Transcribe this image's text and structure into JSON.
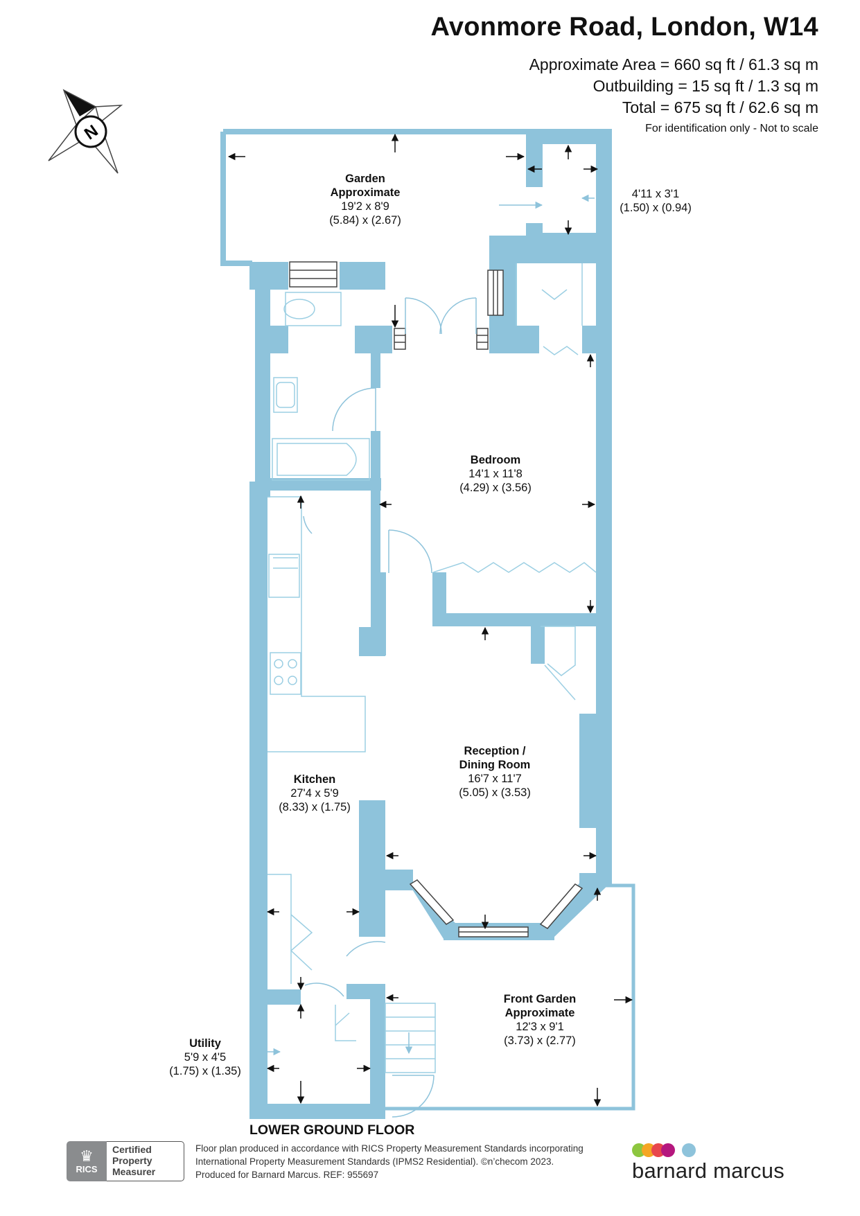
{
  "header": {
    "title": "Avonmore Road, London, W14",
    "area_line_1": "Approximate Area = 660 sq ft / 61.3 sq m",
    "area_line_2": "Outbuilding = 15 sq ft / 1.3 sq m",
    "area_line_3": "Total = 675 sq ft / 62.6 sq m",
    "identification_note": "For identification only - Not to scale"
  },
  "compass": {
    "label": "N",
    "icon": "compass-north-icon"
  },
  "rooms": {
    "garden": {
      "name_1": "Garden",
      "name_2": "Approximate",
      "imperial": "19'2 x 8'9",
      "metric": "(5.84) x (2.67)"
    },
    "outbuilding": {
      "imperial": "4'11 x 3'1",
      "metric": "(1.50) x (0.94)"
    },
    "bedroom": {
      "name": "Bedroom",
      "imperial": "14'1 x 11'8",
      "metric": "(4.29) x (3.56)"
    },
    "reception": {
      "name_1": "Reception /",
      "name_2": "Dining Room",
      "imperial": "16'7 x 11'7",
      "metric": "(5.05) x (3.53)"
    },
    "kitchen": {
      "name": "Kitchen",
      "imperial": "27'4 x 5'9",
      "metric": "(8.33) x (1.75)"
    },
    "front_garden": {
      "name_1": "Front Garden",
      "name_2": "Approximate",
      "imperial": "12'3 x 9'1",
      "metric": "(3.73) x (2.77)"
    },
    "utility": {
      "name": "Utility",
      "imperial": "5'9 x 4'5",
      "metric": "(1.75) x (1.35)"
    }
  },
  "floor_label": "LOWER GROUND FLOOR",
  "footer": {
    "rics_logo": "RICS",
    "rics_line_1": "Certified",
    "rics_line_2": "Property",
    "rics_line_3": "Measurer",
    "note_line_1": "Floor plan produced in accordance with RICS Property Measurement Standards incorporating",
    "note_line_2": "International Property Measurement Standards (IPMS2 Residential).  ©n’checom 2023.",
    "note_line_3": "Produced for Barnard Marcus.   REF:  955697",
    "brand_name": "barnard marcus"
  },
  "colors": {
    "wall": "#8ec3db",
    "text": "#111111",
    "brand_dots": [
      "#8dc63f",
      "#f5a623",
      "#e8474c",
      "#b5177e",
      "#8ec3db"
    ]
  }
}
